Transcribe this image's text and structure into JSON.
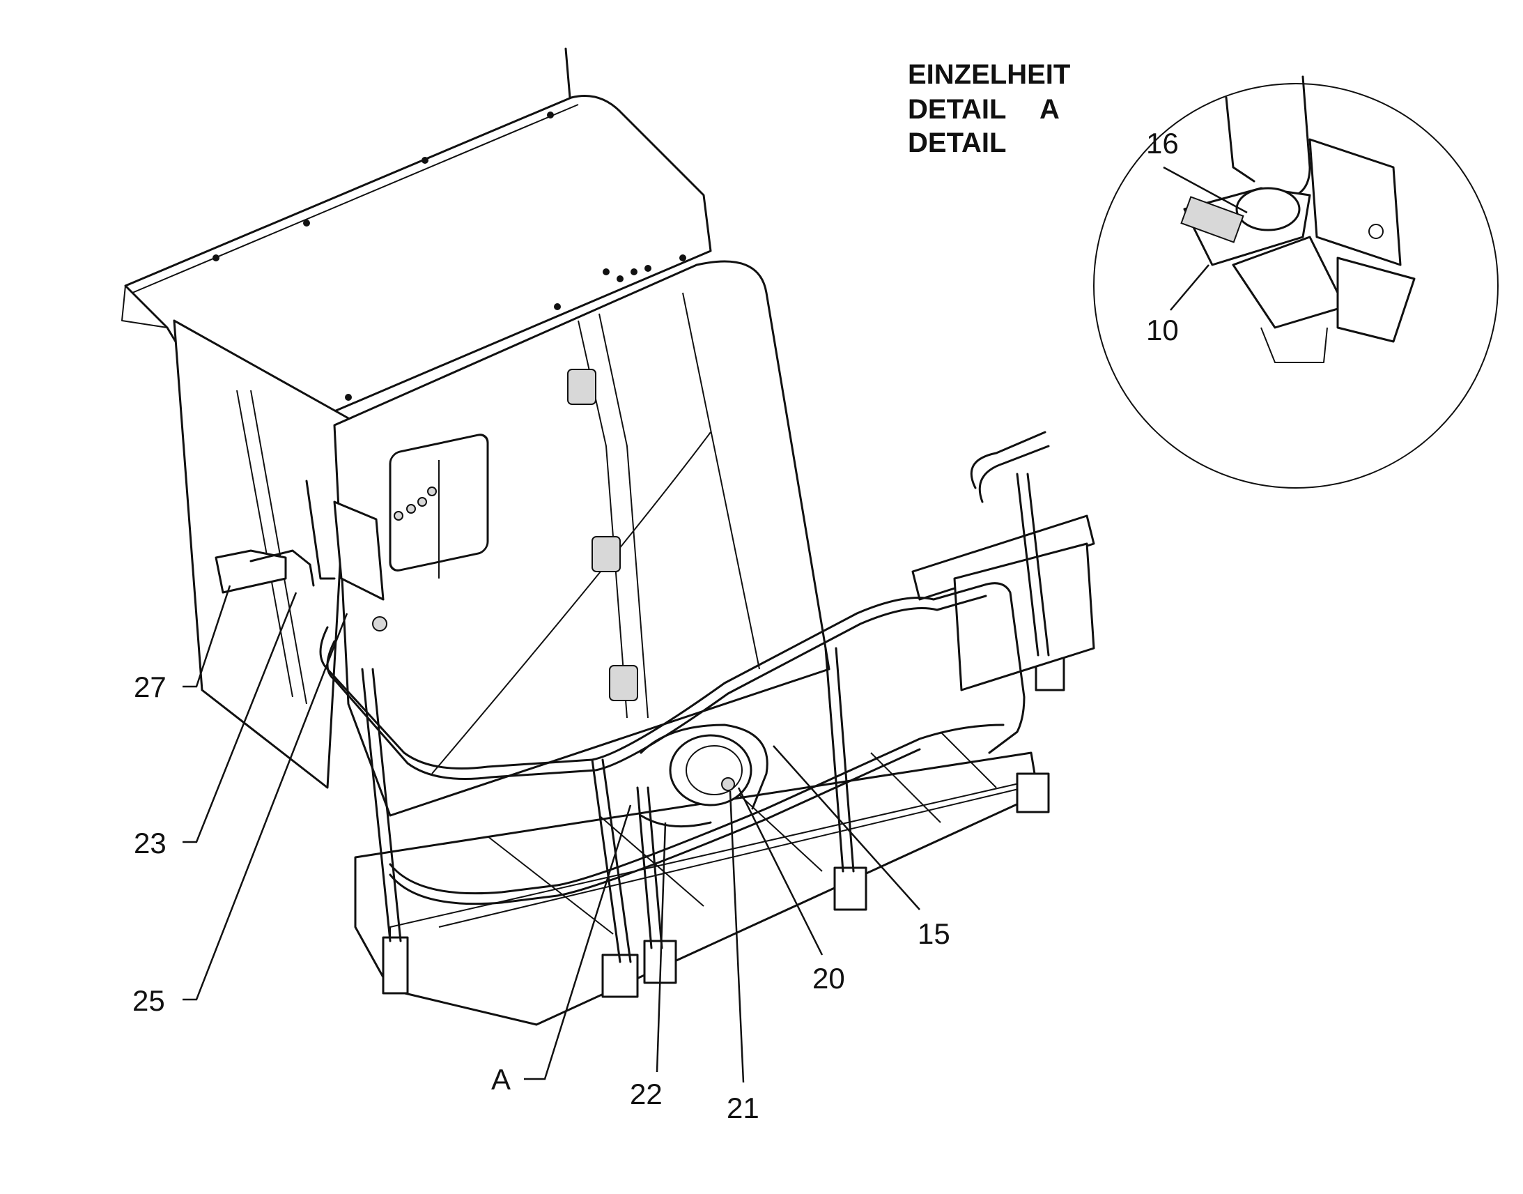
{
  "detail_heading": {
    "line1": "EINZELHEIT",
    "line2": "DETAIL",
    "line2_ref": "A",
    "line3": "DETAIL"
  },
  "callouts": {
    "c27": "27",
    "c23": "23",
    "c25": "25",
    "cA": "A",
    "c22": "22",
    "c21": "21",
    "c20": "20",
    "c15": "15",
    "c16": "16",
    "c10": "10"
  },
  "colors": {
    "line": "#111111",
    "background": "#ffffff"
  }
}
